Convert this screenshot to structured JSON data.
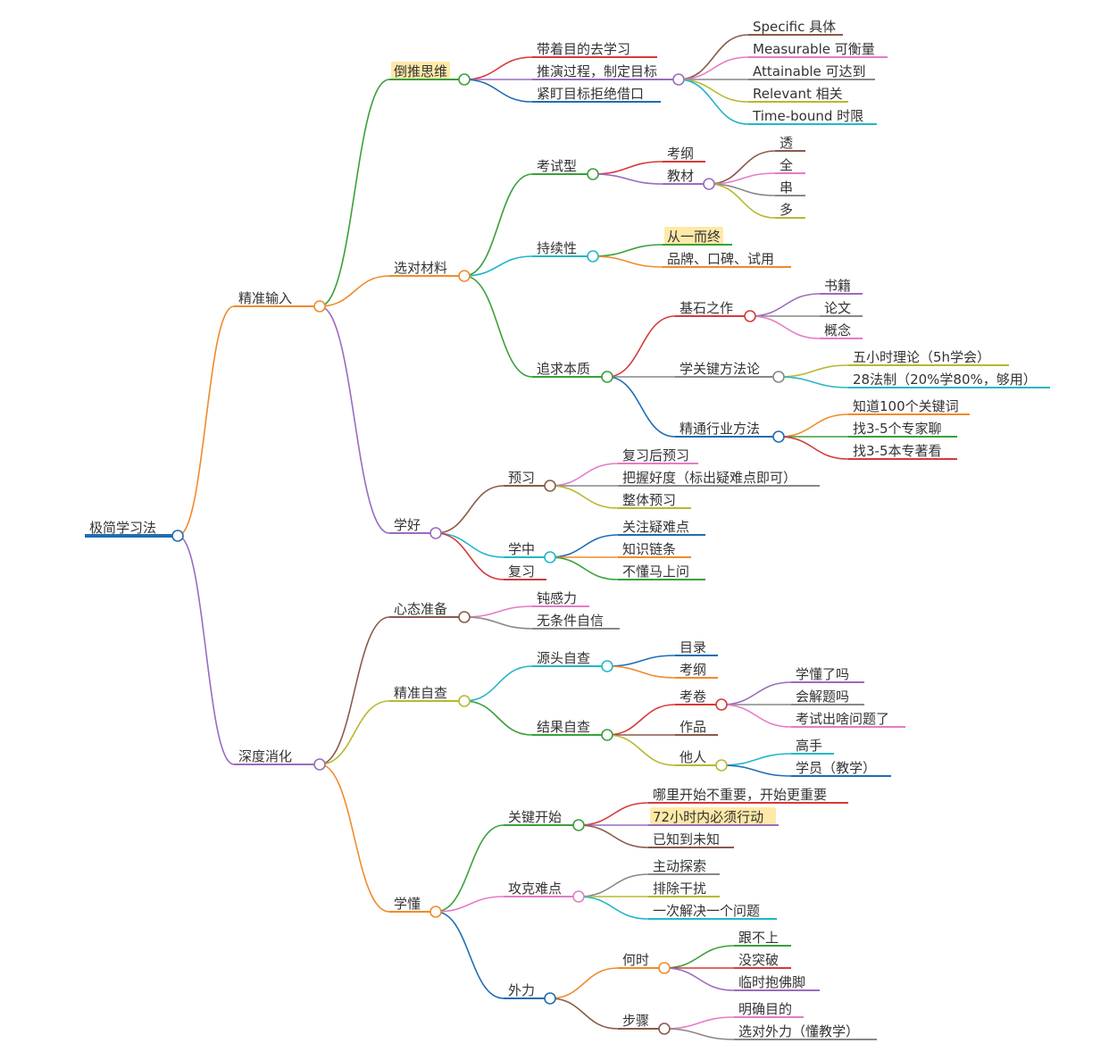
{
  "mindmap": {
    "root": {
      "label": "极简学习法",
      "children": [
        {
          "label": "精准输入",
          "children": [
            {
              "label": "倒推思维",
              "highlight": true,
              "children": [
                {
                  "label": "带着目的去学习"
                },
                {
                  "label": "推演过程，制定目标",
                  "children": [
                    {
                      "label": "Specific 具体"
                    },
                    {
                      "label": "Measurable 可衡量"
                    },
                    {
                      "label": "Attainable 可达到"
                    },
                    {
                      "label": "Relevant 相关"
                    },
                    {
                      "label": "Time-bound 时限"
                    }
                  ]
                },
                {
                  "label": "紧盯目标拒绝借口"
                }
              ]
            },
            {
              "label": "选对材料",
              "children": [
                {
                  "label": "考试型",
                  "children": [
                    {
                      "label": "考纲"
                    },
                    {
                      "label": "教材",
                      "children": [
                        {
                          "label": "透"
                        },
                        {
                          "label": "全"
                        },
                        {
                          "label": "串"
                        },
                        {
                          "label": "多"
                        }
                      ]
                    }
                  ]
                },
                {
                  "label": "持续性",
                  "children": [
                    {
                      "label": "从一而终",
                      "highlight": true
                    },
                    {
                      "label": "品牌、口碑、试用"
                    }
                  ]
                },
                {
                  "label": "追求本质",
                  "children": [
                    {
                      "label": "基石之作",
                      "children": [
                        {
                          "label": "书籍"
                        },
                        {
                          "label": "论文"
                        },
                        {
                          "label": "概念"
                        }
                      ]
                    },
                    {
                      "label": "学关键方法论",
                      "children": [
                        {
                          "label": "五小时理论（5h学会）"
                        },
                        {
                          "label": "28法制（20%学80%，够用）"
                        }
                      ]
                    },
                    {
                      "label": "精通行业方法",
                      "children": [
                        {
                          "label": "知道100个关键词"
                        },
                        {
                          "label": "找3-5个专家聊"
                        },
                        {
                          "label": "找3-5本专著看"
                        }
                      ]
                    }
                  ]
                }
              ]
            },
            {
              "label": "学好",
              "children": [
                {
                  "label": "预习",
                  "children": [
                    {
                      "label": "复习后预习"
                    },
                    {
                      "label": "把握好度（标出疑难点即可）"
                    },
                    {
                      "label": "整体预习"
                    }
                  ]
                },
                {
                  "label": "学中",
                  "children": [
                    {
                      "label": "关注疑难点"
                    },
                    {
                      "label": "知识链条"
                    },
                    {
                      "label": "不懂马上问"
                    }
                  ]
                },
                {
                  "label": "复习"
                }
              ]
            }
          ]
        },
        {
          "label": "深度消化",
          "children": [
            {
              "label": "心态准备",
              "children": [
                {
                  "label": "钝感力"
                },
                {
                  "label": "无条件自信"
                }
              ]
            },
            {
              "label": "精准自查",
              "children": [
                {
                  "label": "源头自查",
                  "children": [
                    {
                      "label": "目录"
                    },
                    {
                      "label": "考纲"
                    }
                  ]
                },
                {
                  "label": "结果自查",
                  "children": [
                    {
                      "label": "考卷",
                      "children": [
                        {
                          "label": "学懂了吗"
                        },
                        {
                          "label": "会解题吗"
                        },
                        {
                          "label": "考试出啥问题了"
                        }
                      ]
                    },
                    {
                      "label": "作品"
                    },
                    {
                      "label": "他人",
                      "children": [
                        {
                          "label": "高手"
                        },
                        {
                          "label": "学员（教学）"
                        }
                      ]
                    }
                  ]
                }
              ]
            },
            {
              "label": "学懂",
              "children": [
                {
                  "label": "关键开始",
                  "children": [
                    {
                      "label": "哪里开始不重要，开始更重要"
                    },
                    {
                      "label": "72小时内必须行动",
                      "highlight": true
                    },
                    {
                      "label": "已知到未知"
                    }
                  ]
                },
                {
                  "label": "攻克难点",
                  "children": [
                    {
                      "label": "主动探索"
                    },
                    {
                      "label": "排除干扰"
                    },
                    {
                      "label": "一次解决一个问题"
                    }
                  ]
                },
                {
                  "label": "外力",
                  "children": [
                    {
                      "label": "何时",
                      "children": [
                        {
                          "label": "跟不上"
                        },
                        {
                          "label": "没突破"
                        },
                        {
                          "label": "临时抱佛脚"
                        }
                      ]
                    },
                    {
                      "label": "步骤",
                      "children": [
                        {
                          "label": "明确目的"
                        },
                        {
                          "label": "选对外力（懂教学）"
                        }
                      ]
                    }
                  ]
                }
              ]
            }
          ]
        }
      ]
    }
  }
}
